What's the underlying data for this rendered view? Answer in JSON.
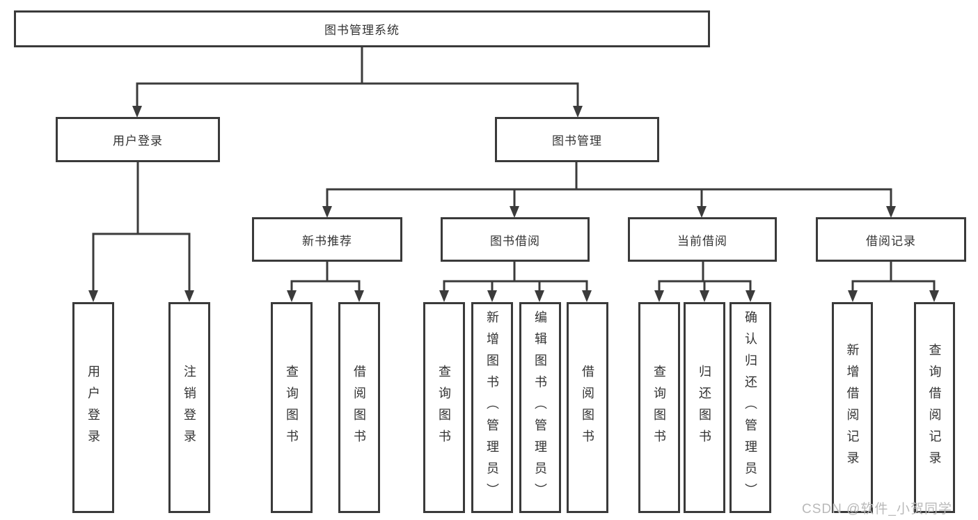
{
  "diagram": {
    "root": "图书管理系统",
    "level2": [
      "用户登录",
      "图书管理"
    ],
    "level3": [
      "新书推荐",
      "图书借阅",
      "当前借阅",
      "借阅记录"
    ],
    "leaves": {
      "login": [
        "用户登录",
        "注销登录"
      ],
      "recommend": [
        "查询图书",
        "借阅图书"
      ],
      "borrow": [
        "查询图书",
        "新增图书（管理员）",
        "编辑图书（管理员）",
        "借阅图书"
      ],
      "current": [
        "查询图书",
        "归还图书",
        "确认归还（管理员）"
      ],
      "records": [
        "新增借阅记录",
        "查询借阅记录"
      ]
    },
    "colors": {
      "line": "#3b3b3b",
      "text": "#333333",
      "watermark": "#b9b9b9"
    },
    "watermark": "CSDN @软件_小贺同学"
  }
}
